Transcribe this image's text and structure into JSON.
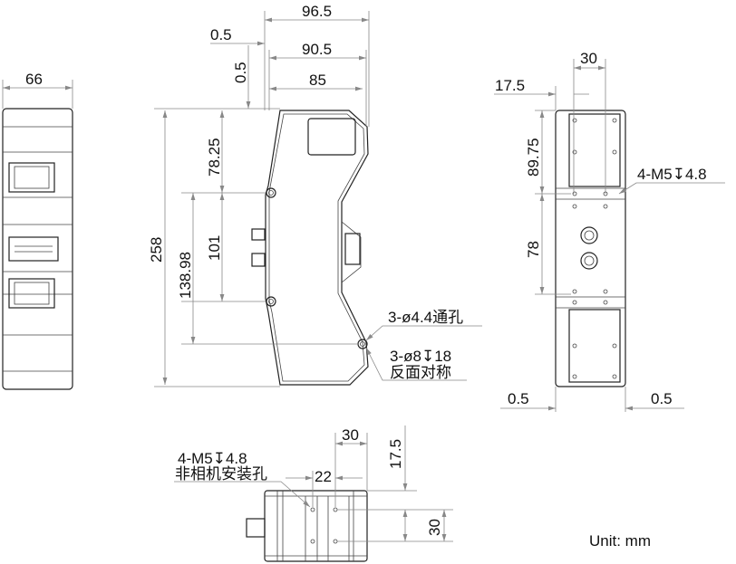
{
  "left_view": {
    "width_dim": "66"
  },
  "side_view": {
    "dims": {
      "total_width": "96.5",
      "offset_top": "0.5",
      "width_mid": "90.5",
      "offset_side": "0.5",
      "width_inner": "85",
      "height_total": "258",
      "top_to_hole": "78.25",
      "hole_spacing": "101",
      "hole_span": "138.98"
    },
    "notes": {
      "through_hole": "3-ø4.4通孔",
      "counterbore": "3-ø8↧18",
      "mirror": "反面对称"
    }
  },
  "front_view": {
    "dims": {
      "hole_spacing_x": "30",
      "offset_x": "17.5",
      "top_to_holes": "89.75",
      "hole_spacing_y": "78",
      "left_offset": "0.5",
      "right_offset": "0.5"
    },
    "notes": {
      "thread": "4-M5↧4.8"
    }
  },
  "bottom_view": {
    "dims": {
      "hole_spacing_x": "30",
      "offset": "17.5",
      "width": "22",
      "hole_spacing_y": "30"
    },
    "notes": {
      "thread": "4-M5↧4.8",
      "non_camera": "非相机安装孔"
    }
  },
  "unit": "Unit: mm"
}
